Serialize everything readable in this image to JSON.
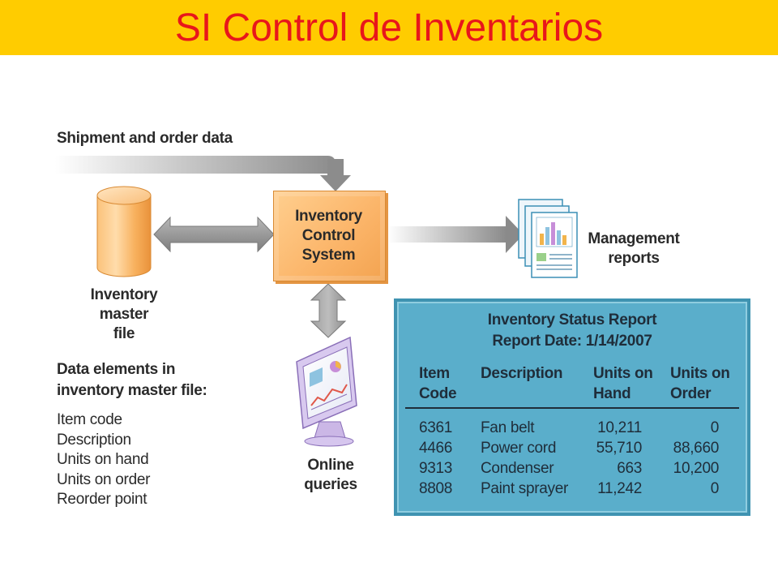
{
  "slide": {
    "title": "SI Control de Inventarios",
    "title_color": "#e8161b",
    "title_bar_color": "#ffcc00"
  },
  "diagram": {
    "shipment_label": "Shipment and order data",
    "ics_lines": [
      "Inventory",
      "Control",
      "System"
    ],
    "master_file_lines": [
      "Inventory",
      "master",
      "file"
    ],
    "management_lines": [
      "Management",
      "reports"
    ],
    "online_lines": [
      "Online",
      "queries"
    ],
    "elements_heading_lines": [
      "Data elements in",
      "inventory master file:"
    ],
    "elements": [
      "Item code",
      "Description",
      "Units on hand",
      "Units on order",
      "Reorder point"
    ],
    "icons": {
      "database": "cylinder-database-icon",
      "reports": "report-pages-icon",
      "monitor": "computer-monitor-icon"
    }
  },
  "report": {
    "title": "Inventory Status Report",
    "date_line": "Report Date: 1/14/2007",
    "columns": [
      [
        "Item",
        "Code"
      ],
      [
        "Description",
        ""
      ],
      [
        "Units on",
        "Hand"
      ],
      [
        "Units on",
        "Order"
      ]
    ],
    "rows": [
      [
        "6361",
        "Fan belt",
        "10,211",
        "0"
      ],
      [
        "4466",
        "Power cord",
        "55,710",
        "88,660"
      ],
      [
        "9313",
        "Condenser",
        "663",
        "10,200"
      ],
      [
        "8808",
        "Paint sprayer",
        "11,242",
        "0"
      ]
    ],
    "panel_color": "#5aaecb"
  }
}
